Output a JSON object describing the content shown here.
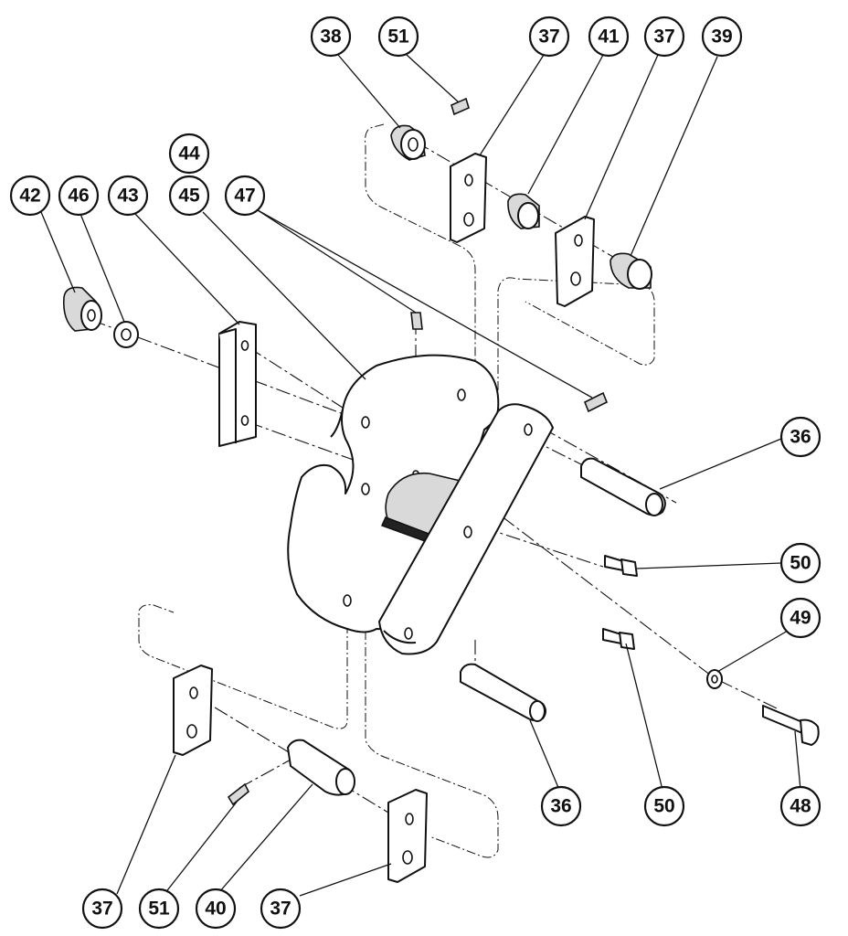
{
  "callouts": [
    {
      "id": "c38",
      "label": "38"
    },
    {
      "id": "c51a",
      "label": "51"
    },
    {
      "id": "c37a",
      "label": "37"
    },
    {
      "id": "c41",
      "label": "41"
    },
    {
      "id": "c37b",
      "label": "37"
    },
    {
      "id": "c39",
      "label": "39"
    },
    {
      "id": "c44",
      "label": "44"
    },
    {
      "id": "c45",
      "label": "45"
    },
    {
      "id": "c47",
      "label": "47"
    },
    {
      "id": "c42",
      "label": "42"
    },
    {
      "id": "c46",
      "label": "46"
    },
    {
      "id": "c43",
      "label": "43"
    },
    {
      "id": "c36a",
      "label": "36"
    },
    {
      "id": "c50a",
      "label": "50"
    },
    {
      "id": "c49",
      "label": "49"
    },
    {
      "id": "c36b",
      "label": "36"
    },
    {
      "id": "c50b",
      "label": "50"
    },
    {
      "id": "c48",
      "label": "48"
    },
    {
      "id": "c37c",
      "label": "37"
    },
    {
      "id": "c51b",
      "label": "51"
    },
    {
      "id": "c40",
      "label": "40"
    },
    {
      "id": "c37d",
      "label": "37"
    }
  ]
}
